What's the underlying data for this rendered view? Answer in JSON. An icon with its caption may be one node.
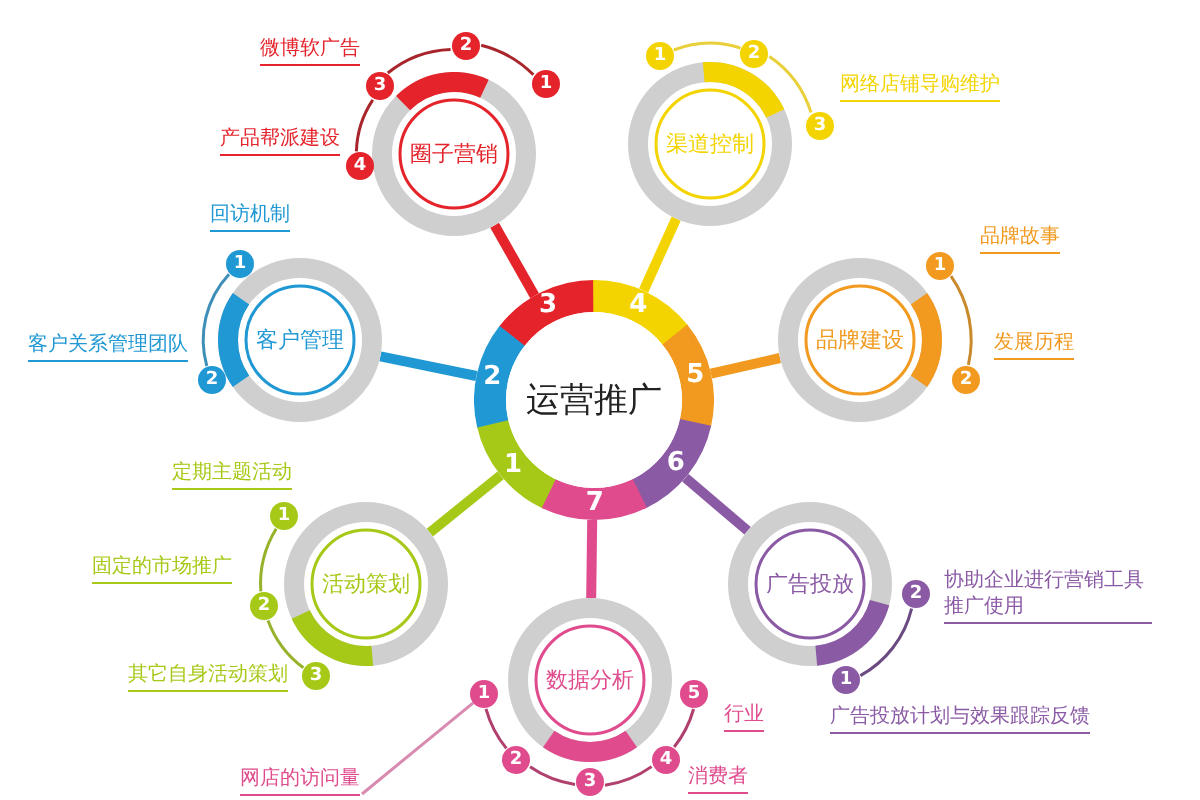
{
  "diagram": {
    "nodes": [
      {
        "text": [
          "运营推广"
        ]
      },
      {
        "text": [
          "圈子营销"
        ]
      },
      {
        "text": [
          "1"
        ]
      },
      {
        "text": [
          "2"
        ]
      },
      {
        "text": [
          "3"
        ],
        "beside": [
          "微博软广告"
        ]
      },
      {
        "text": [
          "4"
        ],
        "beside": [
          "产品帮派建设"
        ]
      },
      {
        "text": [
          "渠道控制"
        ]
      },
      {
        "text": [
          "1"
        ]
      },
      {
        "text": [
          "2"
        ]
      },
      {
        "text": [
          "3"
        ],
        "beside": [
          "网络店铺导购维护"
        ]
      },
      {
        "text": [
          "客户管理"
        ]
      },
      {
        "text": [
          "1"
        ],
        "beside": [
          "回访机制"
        ]
      },
      {
        "text": [
          "2"
        ],
        "beside": [
          "客户关系管理团队"
        ]
      },
      {
        "text": [
          "品牌建设"
        ]
      },
      {
        "text": [
          "1"
        ],
        "beside": [
          "品牌故事"
        ]
      },
      {
        "text": [
          "2"
        ],
        "beside": [
          "发展历程"
        ]
      },
      {
        "text": [
          "活动策划"
        ]
      },
      {
        "text": [
          "1"
        ],
        "beside": [
          "定期主题活动"
        ]
      },
      {
        "text": [
          "2"
        ],
        "beside": [
          "固定的市场推广"
        ]
      },
      {
        "text": [
          "3"
        ],
        "beside": [
          "其它自身活动策划"
        ]
      },
      {
        "text": [
          "广告投放"
        ]
      },
      {
        "text": [
          "2"
        ],
        "beside": [
          "协助企业进行营销工具推广使用"
        ]
      },
      {
        "text": [
          "1"
        ],
        "beside": [
          "广告投放计划与效果跟踪反馈"
        ]
      },
      {
        "text": [
          "数据分析"
        ]
      },
      {
        "text": [
          "1"
        ]
      },
      {
        "text": [
          "2"
        ]
      },
      {
        "text": [
          "3"
        ]
      },
      {
        "text": [
          "4"
        ],
        "beside": [
          "消费者"
        ]
      },
      {
        "text": [
          "5"
        ],
        "beside": [
          "行业"
        ]
      },
      {
        "text": [
          "网店的访问量"
        ]
      }
    ],
    "edges": [
      {
        "from": 0,
        "to": 1,
        "arrow": "none",
        "style": "thick",
        "color": "#e5232b"
      },
      {
        "from": 0,
        "to": 6,
        "arrow": "none",
        "style": "thick",
        "color": "#f3d400"
      },
      {
        "from": 0,
        "to": 10,
        "arrow": "none",
        "style": "thick",
        "color": "#1f98d4"
      },
      {
        "from": 0,
        "to": 13,
        "arrow": "none",
        "style": "thick",
        "color": "#f29a1f"
      },
      {
        "from": 0,
        "to": 16,
        "arrow": "none",
        "style": "thick",
        "color": "#a6c918"
      },
      {
        "from": 0,
        "to": 20,
        "arrow": "none",
        "style": "thick",
        "color": "#8b5aa5"
      },
      {
        "from": 0,
        "to": 23,
        "arrow": "none",
        "style": "thick",
        "color": "#df4b8c"
      },
      {
        "from": 2,
        "to": 3,
        "arrow": "none",
        "color": "#a8262b"
      },
      {
        "from": 3,
        "to": 4,
        "arrow": "none",
        "color": "#a8262b"
      },
      {
        "from": 4,
        "to": 5,
        "arrow": "none",
        "color": "#a8262b"
      },
      {
        "from": 7,
        "to": 8,
        "arrow": "none",
        "color": "#e9cf3a"
      },
      {
        "from": 8,
        "to": 9,
        "arrow": "none",
        "color": "#e9cf3a"
      },
      {
        "from": 11,
        "to": 12,
        "arrow": "none",
        "color": "#3e8fb8"
      },
      {
        "from": 14,
        "to": 15,
        "arrow": "none",
        "color": "#c98a2c"
      },
      {
        "from": 17,
        "to": 18,
        "arrow": "none",
        "color": "#96b22a"
      },
      {
        "from": 18,
        "to": 19,
        "arrow": "none",
        "color": "#96b22a"
      },
      {
        "from": 21,
        "to": 22,
        "arrow": "none",
        "color": "#6a4a80"
      },
      {
        "from": 24,
        "to": 25,
        "arrow": "none",
        "color": "#b0406e"
      },
      {
        "from": 25,
        "to": 26,
        "arrow": "none",
        "color": "#b0406e"
      },
      {
        "from": 26,
        "to": 27,
        "arrow": "none",
        "color": "#b0406e"
      },
      {
        "from": 27,
        "to": 28,
        "arrow": "none",
        "color": "#b0406e"
      },
      {
        "from": 29,
        "to": 24,
        "arrow": "none",
        "color": "#d98ab0"
      }
    ],
    "labels": [
      "1",
      "2",
      "3",
      "4",
      "5",
      "6",
      "7"
    ]
  }
}
